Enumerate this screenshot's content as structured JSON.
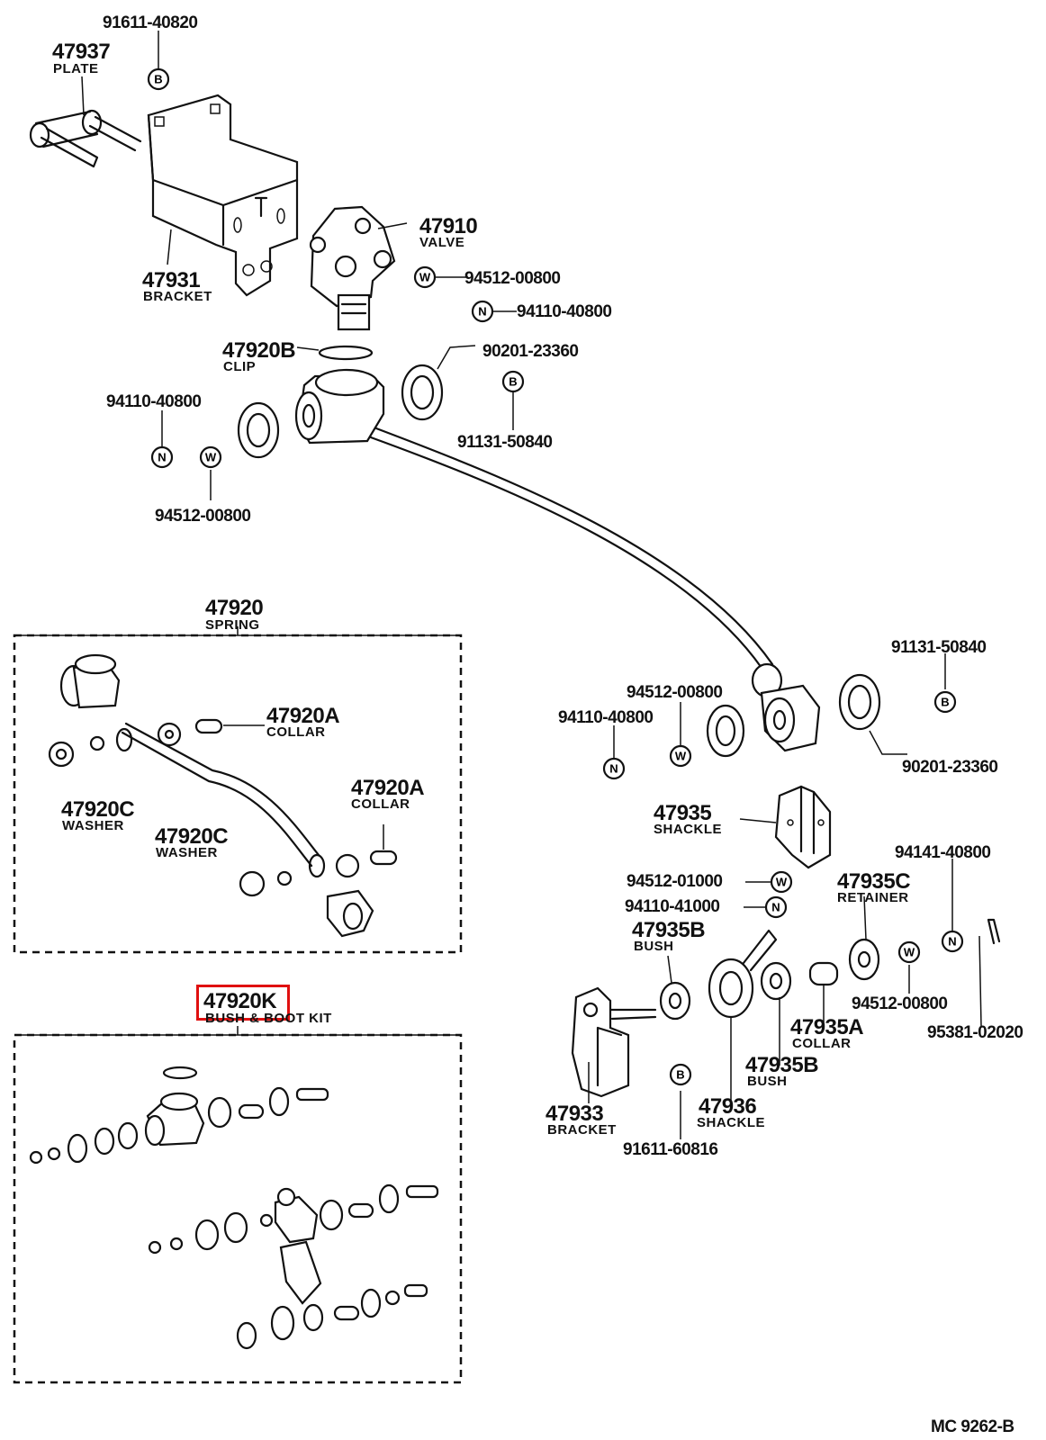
{
  "labels": {
    "p91611_40820": "91611-40820",
    "p47937": "47937",
    "plate": "PLATE",
    "p47910": "47910",
    "valve": "VALVE",
    "p94512_00800_a": "94512-00800",
    "p94110_40800_a": "94110-40800",
    "p47931": "47931",
    "bracket_a": "BRACKET",
    "p47920B": "47920B",
    "clip": "CLIP",
    "p90201_23360_a": "90201-23360",
    "p94110_40800_b": "94110-40800",
    "p91131_50840_a": "91131-50840",
    "p94512_00800_b": "94512-00800",
    "p47920": "47920",
    "spring": "SPRING",
    "p47920A_a": "47920A",
    "collar_a": "COLLAR",
    "p47920C_a": "47920C",
    "washer_a": "WASHER",
    "p47920A_b": "47920A",
    "collar_b": "COLLAR",
    "p47920C_b": "47920C",
    "washer_b": "WASHER",
    "p91131_50840_b": "91131-50840",
    "p94512_00800_c": "94512-00800",
    "p94110_40800_c": "94110-40800",
    "p90201_23360_b": "90201-23360",
    "p47935": "47935",
    "shackle_a": "SHACKLE",
    "p94141_40800": "94141-40800",
    "p94512_01000": "94512-01000",
    "p47935C": "47935C",
    "retainer": "RETAINER",
    "p94110_41000": "94110-41000",
    "p47935B_a": "47935B",
    "bush_a": "BUSH",
    "p47920K": "47920K",
    "kit": "BUSH & BOOT KIT",
    "p94512_00800_d": "94512-00800",
    "p47935A": "47935A",
    "collar_c": "COLLAR",
    "p95381_02020": "95381-02020",
    "p47935B_b": "47935B",
    "bush_b": "BUSH",
    "p47933": "47933",
    "bracket_b": "BRACKET",
    "p47936": "47936",
    "shackle_b": "SHACKLE",
    "p91611_60816": "91611-60816",
    "diagram_code": "MC 9262-B"
  },
  "symbols": {
    "bolt": "B",
    "washer": "W",
    "nut": "N"
  },
  "highlight_color": "#e01010"
}
